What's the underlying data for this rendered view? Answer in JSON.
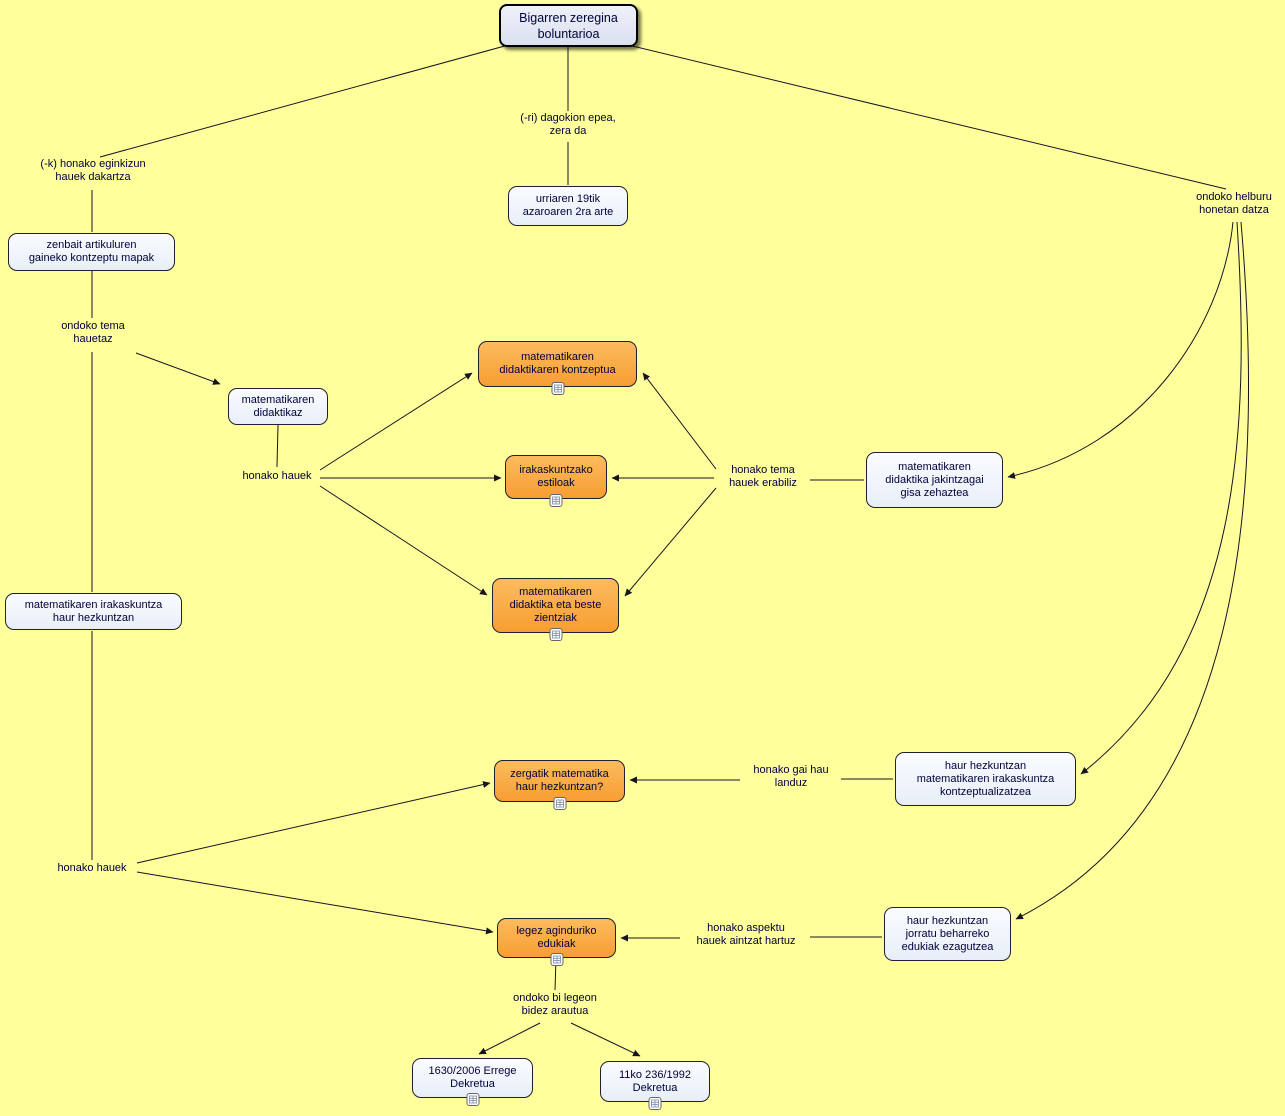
{
  "canvas": {
    "background": "#FFFF9C",
    "edge_color": "#15151F",
    "plain_node_fill": "#EDF2FB",
    "topic_node_fill": "#F9A53C",
    "root_node_fill": "#E3E8F4",
    "text_color": "#00003A"
  },
  "root": {
    "label": "Bigarren zeregina\nboluntarioa"
  },
  "nodes": {
    "artikuluren_mapak": "zenbait artikuluren\ngaineko kontzeptu mapak",
    "epea_datak": "urriaren 19tik\nazaroaren 2ra arte",
    "didaktikaz": "matematikaren\ndidaktikaz",
    "jakintzagai": "matematikaren\ndidaktika jakintzagai\ngisa zehaztea",
    "irakaskuntza_haur": "matematikaren irakaskuntza\nhaur hezkuntzan",
    "kontzeptualizatzea": "haur hezkuntzan\nmatematikaren irakaskuntza\nkontzeptualizatzea",
    "edukiak_ezagutzea": "haur hezkuntzan\njorratu beharreko\nedukiak ezagutzea",
    "kontzeptua": "matematikaren\ndidaktikaren kontzeptua",
    "estiloak": "irakaskuntzako\nestiloak",
    "beste_zientziak": "matematikaren\ndidaktika eta beste\nzientziak",
    "zergatik": "zergatik matematika\nhaur hezkuntzan?",
    "legez": "legez aginduriko\nedukiak",
    "dekretua_1630": "1630/2006 Errege\nDekretua",
    "dekretua_236": "11ko 236/1992\nDekretua"
  },
  "labels": {
    "epea": "(-ri) dagokion epea,\nzera da",
    "eginkizun": "(-k) honako eginkizun\nhauek dakartza",
    "helburu": "ondoko helburu\nhonetan datza",
    "tema_hauetaz": "ondoko tema\nhauetaz",
    "honako_hauek_1": "honako hauek",
    "tema_erabiliz": "honako tema\nhauek erabiliz",
    "gai_landuz": "honako gai hau\nlanduz",
    "honako_hauek_2": "honako hauek",
    "aspektu": "honako aspektu\nhauek aintzat hartuz",
    "bi_legeon": "ondoko bi legeon\nbidez arautua"
  }
}
